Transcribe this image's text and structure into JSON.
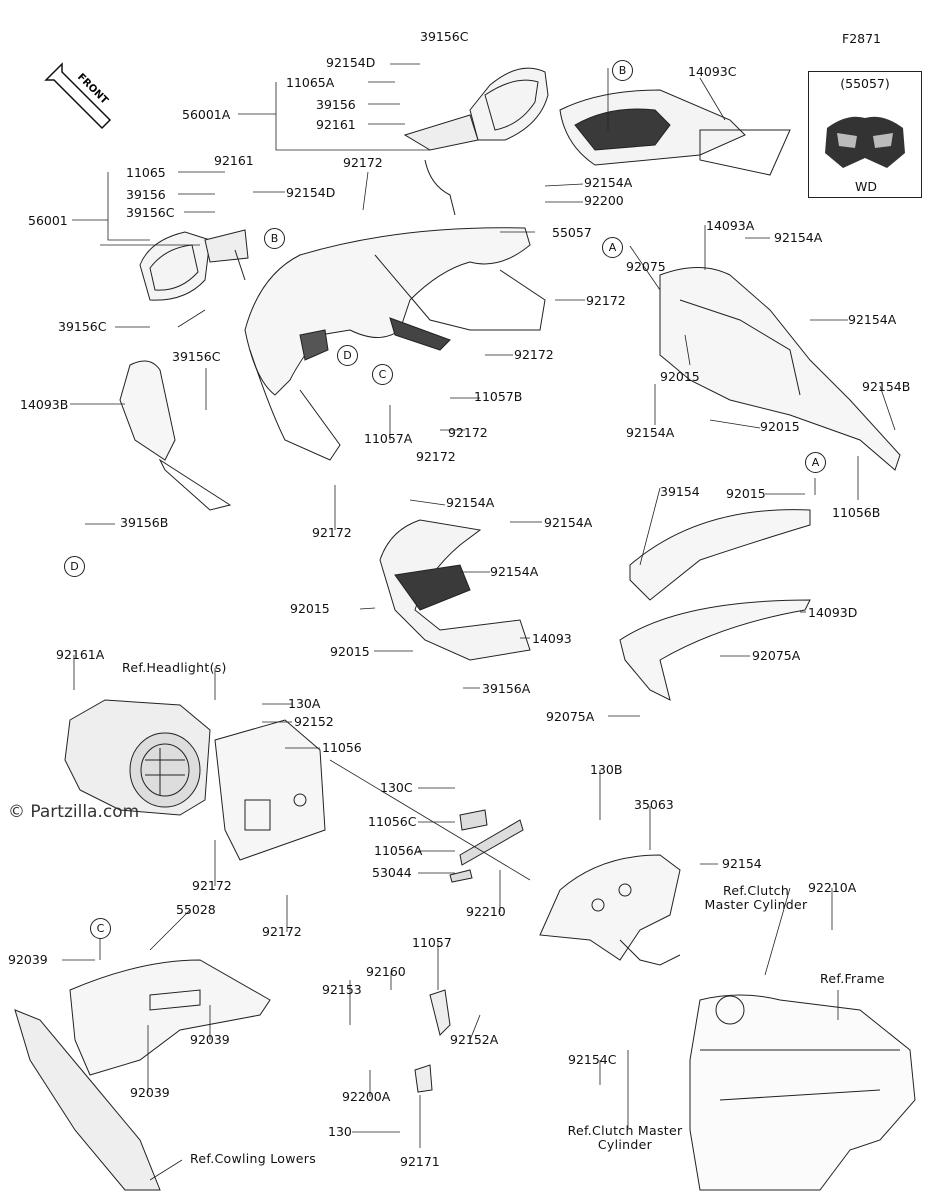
{
  "diagram": {
    "figure_code": "F2871",
    "front_label": "FRONT",
    "watermark": "© Partzilla.com",
    "inset": {
      "part_code": "(55057)",
      "variant": "WD"
    },
    "circle_markers": [
      "A",
      "B",
      "C",
      "D"
    ],
    "labels": [
      "92154D",
      "39156C",
      "11065A",
      "39156",
      "92161",
      "56001A",
      "14093C",
      "92161",
      "11065",
      "39156",
      "39156C",
      "92154D",
      "92172",
      "56001",
      "92154A",
      "92200",
      "55057",
      "14093A",
      "92075",
      "92154A",
      "92172",
      "92154A",
      "39156C",
      "92172",
      "92015",
      "39156C",
      "14093B",
      "92154B",
      "11057B",
      "92154A",
      "92015",
      "11057A",
      "92172",
      "92172",
      "11056B",
      "39154",
      "92015",
      "92154A",
      "92154A",
      "92172",
      "39156B",
      "92154A",
      "92015",
      "14093D",
      "92015",
      "14093",
      "92075A",
      "92161A",
      "39156A",
      "92075A",
      "130A",
      "92152",
      "11056",
      "130B",
      "130C",
      "35063",
      "11056C",
      "92154",
      "11056A",
      "92210A",
      "53044",
      "92172",
      "92210",
      "92172",
      "55028",
      "11057",
      "92039",
      "92160",
      "92153",
      "92152A",
      "92039",
      "92039",
      "92200A",
      "92154C",
      "130",
      "92171"
    ],
    "references": {
      "headlight": "Ref.Headlight(s)",
      "clutch_master_top": "Ref.Clutch Master Cylinder",
      "frame": "Ref.Frame",
      "clutch_master_bottom": "Ref.Clutch Master Cylinder",
      "cowling_lowers": "Ref.Cowling Lowers"
    }
  }
}
